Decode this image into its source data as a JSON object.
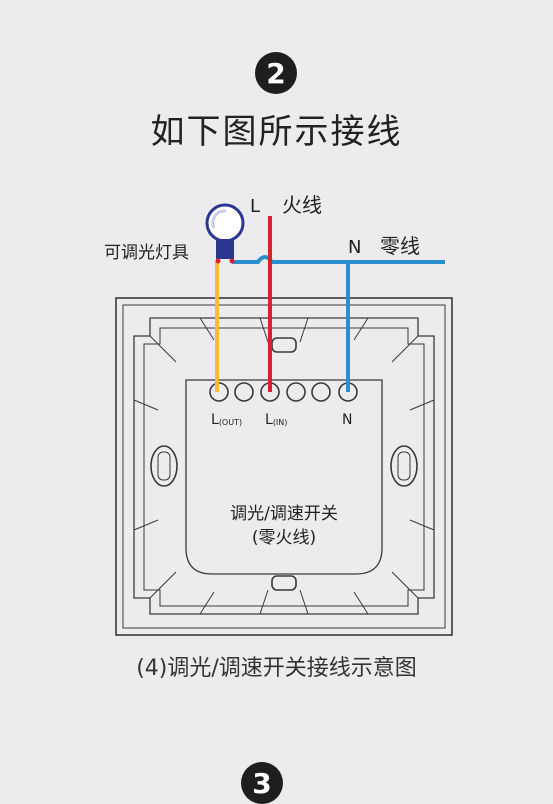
{
  "step_top": "2",
  "heading": "如下图所示接线",
  "wires": {
    "live_letter": "L",
    "live_name": "火线",
    "neutral_letter": "N",
    "neutral_name": "零线"
  },
  "lamp_label": "可调光灯具",
  "terminals": {
    "l_out_main": "L",
    "l_out_sub": "(OUT)",
    "l_in_main": "L",
    "l_in_sub": "(IN)",
    "n": "N"
  },
  "box_text": {
    "line1": "调光/调速开关",
    "line2": "(零火线)"
  },
  "caption": "(4)调光/调速开关接线示意图",
  "step_bottom": "3",
  "colors": {
    "live": "#d4252f",
    "neutral": "#2a8fd0",
    "load": "#f2c02e",
    "lamp": "#2a3590",
    "outline": "#3a3a3a"
  }
}
